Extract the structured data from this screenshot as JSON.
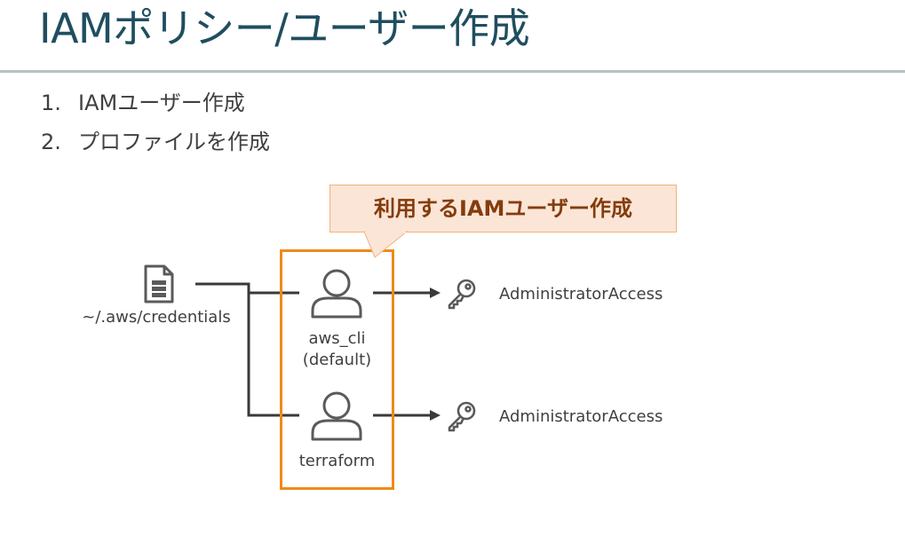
{
  "slide": {
    "title": "IAMポリシー/ユーザー作成"
  },
  "steps": [
    {
      "number": "1.",
      "text": "IAMユーザー作成"
    },
    {
      "number": "2.",
      "text": "プロファイルを作成"
    }
  ],
  "diagram": {
    "callout": "利用するIAMユーザー作成",
    "credentials_file": "~/.aws/credentials",
    "users": [
      {
        "name_line1": "aws_cli",
        "name_line2": "(default)",
        "policy": "AdministratorAccess"
      },
      {
        "name_line1": "terraform",
        "name_line2": "",
        "policy": "AdministratorAccess"
      }
    ],
    "colors": {
      "title": "#1f4e5f",
      "highlight_border": "#ef8a1a",
      "callout_fill": "#fbe5d6",
      "callout_text": "#843c0c",
      "connector": "#3a3a3a"
    }
  }
}
